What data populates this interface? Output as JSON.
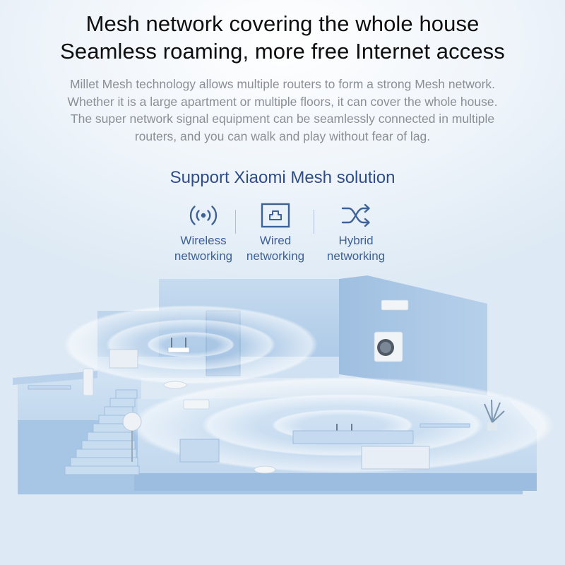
{
  "header": {
    "line1": "Mesh network covering the whole house",
    "line2": "Seamless roaming, more free Internet access"
  },
  "description": {
    "line1": "Millet Mesh technology allows multiple routers to form a strong Mesh network.",
    "line2": "Whether it is a large apartment or multiple floors, it can cover the whole house.",
    "line3": "The super network signal equipment can be seamlessly connected in multiple",
    "line4": "routers, and you can walk and play without fear of lag."
  },
  "solution": {
    "title": "Support Xiaomi Mesh solution",
    "features": [
      {
        "icon": "wireless-signal-icon",
        "line1": "Wireless",
        "line2": "networking"
      },
      {
        "icon": "ethernet-port-icon",
        "line1": "Wired",
        "line2": "networking"
      },
      {
        "icon": "shuffle-arrows-icon",
        "line1": "Hybrid",
        "line2": "networking"
      }
    ]
  },
  "colors": {
    "headline": "#0e0e0e",
    "body_text": "#8a8f95",
    "accent_blue": "#2f4d84",
    "feature_blue": "#3e6196",
    "house_walls": "#b9d2ec"
  }
}
